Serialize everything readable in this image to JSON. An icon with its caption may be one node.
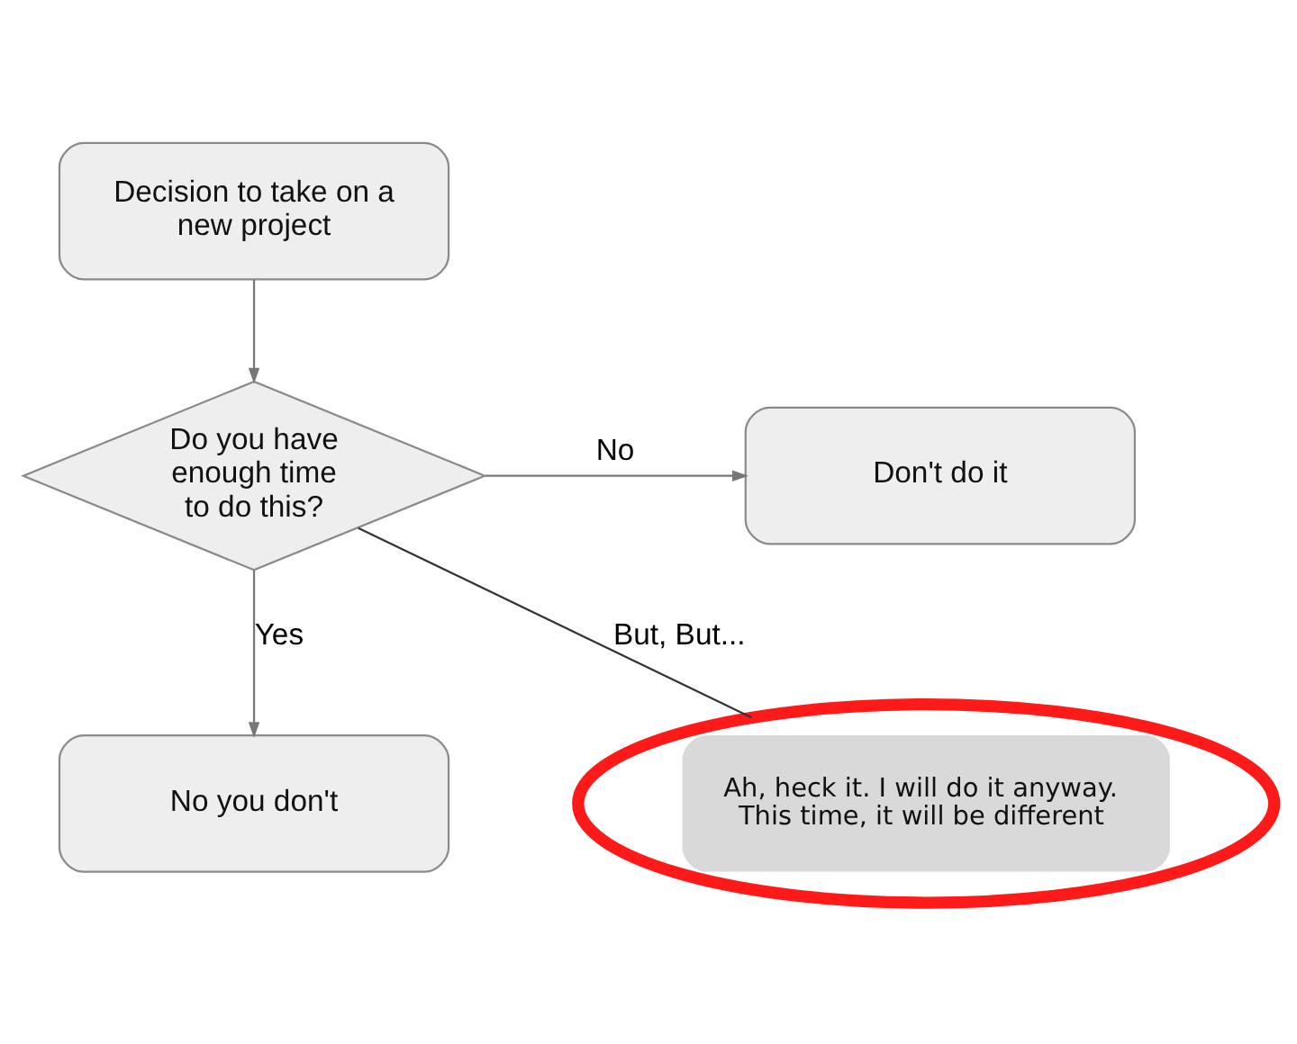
{
  "diagram": {
    "nodes": [
      {
        "text": [
          "Decision to take on a new project"
        ]
      },
      {
        "text": [
          "Do you have enough time to do this?"
        ]
      },
      {
        "text": [
          "Don't do it"
        ]
      },
      {
        "text": [
          "No you don't"
        ]
      },
      {
        "text": [
          "Ah, heck it. I will do it anyway. This time, it will be different"
        ]
      }
    ],
    "edges": [
      {
        "from": 0,
        "to": 1,
        "arrow": "to"
      },
      {
        "from": 1,
        "to": 2,
        "arrow": "to",
        "label": "No"
      },
      {
        "from": 1,
        "to": 3,
        "arrow": "to",
        "label": "Yes"
      },
      {
        "from": 1,
        "to": 4,
        "arrow": "none",
        "label": "But, But...",
        "color": "#333333"
      }
    ]
  }
}
